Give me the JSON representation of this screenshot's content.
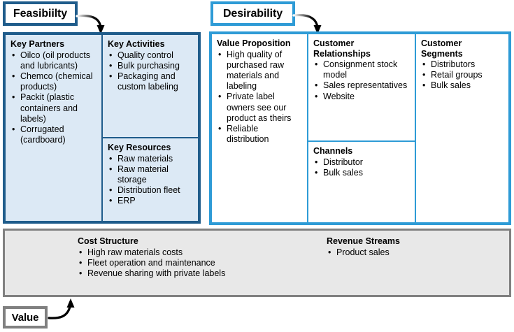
{
  "callouts": {
    "feasibility": {
      "label": "Feasibiilty",
      "color": "#1F5C8B"
    },
    "desirability": {
      "label": "Desirability",
      "color": "#2E9BD6"
    },
    "value": {
      "label": "Value",
      "color": "#808080"
    }
  },
  "canvas": {
    "feasibility_block": {
      "fill": "#DCE9F5",
      "border": "#1F5C8B",
      "cells": [
        {
          "title": "Key Partners",
          "items": [
            "Oilco (oil products and lubricants)",
            "Chemco (chemical products)",
            "Packit (plastic containers and labels)",
            "Corrugated (cardboard)"
          ]
        },
        {
          "title": "Key Activities",
          "items": [
            "Quality control",
            "Bulk purchasing",
            "Packaging and custom labeling"
          ]
        },
        {
          "title": "Key Resources",
          "items": [
            "Raw materials",
            "Raw material storage",
            "Distribution fleet",
            "ERP"
          ]
        }
      ]
    },
    "desirability_block": {
      "fill": "#FFFFFF",
      "border": "#2E9BD6",
      "cells": [
        {
          "title": "Value Proposition",
          "items": [
            "High quality of purchased raw materials and labeling",
            "Private label owners see our product as theirs",
            "Reliable distribution"
          ]
        },
        {
          "title": "Customer Relationships",
          "items": [
            "Consignment stock model",
            "Sales representatives",
            "Website"
          ]
        },
        {
          "title": "Channels",
          "items": [
            "Distributor",
            "Bulk sales"
          ]
        },
        {
          "title": "Customer Segments",
          "items": [
            "Distributors",
            "Retail groups",
            "Bulk sales"
          ]
        }
      ]
    },
    "bottom_block": {
      "fill": "#E8E8E8",
      "border": "#808080",
      "cells": [
        {
          "title": "Cost Structure",
          "items": [
            "High raw materials costs",
            "Fleet operation and maintenance",
            "Revenue sharing with private labels"
          ]
        },
        {
          "title": "Revenue Streams",
          "items": [
            "Product sales"
          ]
        }
      ]
    }
  }
}
